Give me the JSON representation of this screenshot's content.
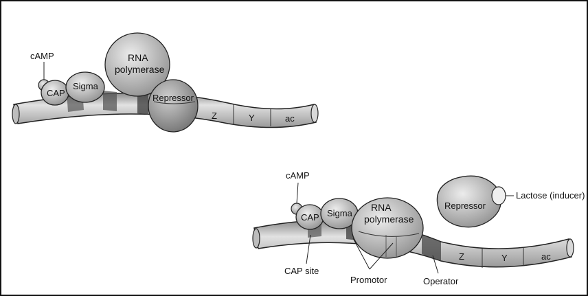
{
  "diagram": {
    "top_panel": {
      "camp_label": "cAMP",
      "cap_label": "CAP",
      "sigma_label": "Sigma",
      "rna_pol_label_line1": "RNA",
      "rna_pol_label_line2": "polymerase",
      "repressor_label": "Repressor",
      "genes": [
        "Z",
        "Y",
        "ac"
      ]
    },
    "bottom_panel": {
      "camp_label": "cAMP",
      "cap_label": "CAP",
      "sigma_label": "Sigma",
      "rna_pol_label_line1": "RNA",
      "rna_pol_label_line2": "polymerase",
      "free_repressor_label": "Repressor",
      "inducer_label": "Lactose (inducer)",
      "genes": [
        "Z",
        "Y",
        "ac"
      ],
      "callouts": {
        "cap_site": "CAP site",
        "promotor": "Promotor",
        "operator": "Operator"
      }
    }
  }
}
